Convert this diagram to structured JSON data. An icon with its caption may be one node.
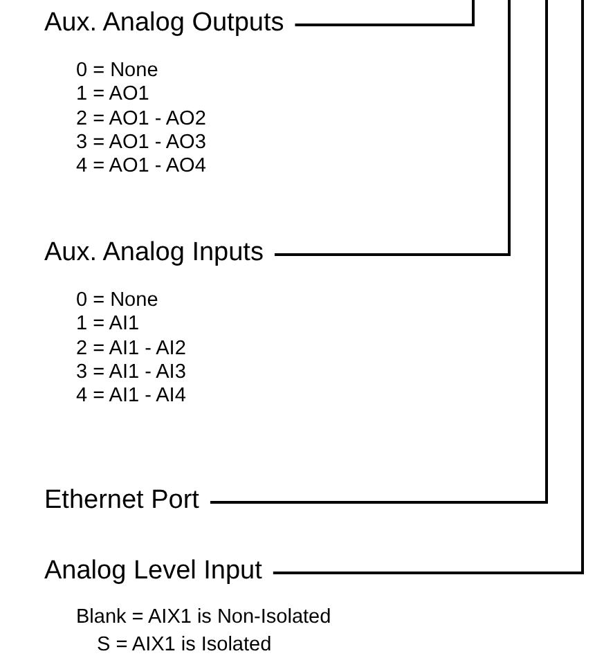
{
  "diagram": {
    "nodes": [
      {
        "text": [
          "Aux. Analog Outputs"
        ],
        "beside": [
          "0 = None",
          "1 = AO1",
          "2 = AO1 - AO2",
          "3 = AO1 - AO3",
          "4 = AO1 - AO4"
        ]
      },
      {
        "text": [
          "Aux. Analog Inputs"
        ],
        "beside": [
          "0 = None",
          "1 = AI1",
          "2 = AI1 - AI2",
          "3 = AI1 - AI3",
          "4 = AI1 - AI4"
        ]
      },
      {
        "text": [
          "Ethernet Port"
        ]
      },
      {
        "text": [
          "Analog Level Input"
        ],
        "beside": [
          "Blank = AIX1 is Non-Isolated",
          "S = AIX1 is Isolated"
        ]
      }
    ],
    "edges": [
      {
        "from": 0,
        "to": null,
        "arrow": "none"
      },
      {
        "from": 1,
        "to": null,
        "arrow": "none"
      },
      {
        "from": 2,
        "to": null,
        "arrow": "none"
      },
      {
        "from": 3,
        "to": null,
        "arrow": "none"
      }
    ]
  }
}
